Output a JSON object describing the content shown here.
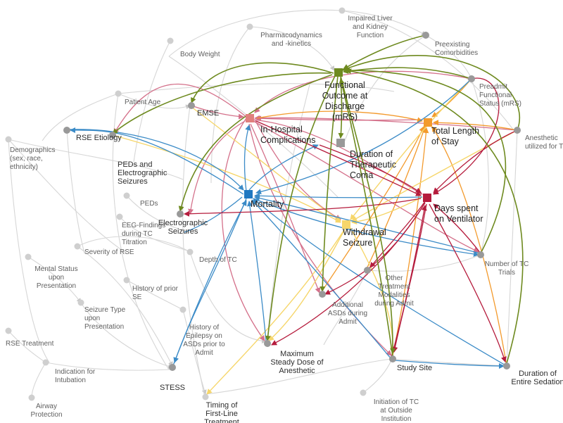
{
  "colors": {
    "green": "#6e8a1f",
    "red": "#b51b3c",
    "salmon": "#e0807e",
    "orange": "#f39a2c",
    "blue": "#3b8bc7",
    "yellow": "#f6d66a",
    "gray_node": "#999999",
    "light_node": "#cfcfcf",
    "light_edge": "#d6d6d6",
    "pink_edge": "#d4708a"
  },
  "nodes": {
    "functional_outcome": {
      "lines": [
        "Functional",
        "Outcome at",
        "Discharge",
        "(mRS)"
      ]
    },
    "in_hospital": {
      "lines": [
        "In-Hospital",
        "Complications"
      ]
    },
    "total_length": {
      "lines": [
        "Total Length",
        "of Stay"
      ]
    },
    "duration_coma": {
      "lines": [
        "Duration of",
        "Therapeutic",
        "Coma"
      ]
    },
    "days_vent": {
      "lines": [
        "Days spent",
        "on Ventilator"
      ]
    },
    "mortality": {
      "lines": [
        "Mortality"
      ]
    },
    "withdrawal": {
      "lines": [
        "Withdrawal",
        "Seizure"
      ]
    },
    "emse": {
      "lines": [
        "EMSE"
      ]
    },
    "rse_etiology": {
      "lines": [
        "RSE Etiology"
      ]
    },
    "peds_electro": {
      "lines": [
        "PEDs and",
        "Electrographic",
        "Seizures"
      ]
    },
    "electro_seizures": {
      "lines": [
        "Electrographic",
        "Seizures"
      ]
    },
    "stess": {
      "lines": [
        "STESS"
      ]
    },
    "max_dose": {
      "lines": [
        "Maximum",
        "Steady Dose of",
        "Anesthetic"
      ]
    },
    "study_site": {
      "lines": [
        "Study Site"
      ]
    },
    "duration_sedation": {
      "lines": [
        "Duration of",
        "Entire Sedation"
      ]
    },
    "num_tc_trials": {
      "lines": [
        "Number of TC",
        "Trials"
      ]
    },
    "anesthetic_tc": {
      "lines": [
        "Anesthetic",
        "utilized for TC"
      ]
    },
    "preadmit": {
      "lines": [
        "Preadmit",
        "Functional",
        "Status (mRS)"
      ]
    },
    "preexisting": {
      "lines": [
        "Preexisting",
        "Comorbidities"
      ]
    },
    "impaired_liver": {
      "lines": [
        "Impaired Liver",
        "and Kidney",
        "Function"
      ]
    },
    "pharmaco": {
      "lines": [
        "Pharmacodynamics",
        "and -kinetics"
      ]
    },
    "body_weight": {
      "lines": [
        "Body Weight"
      ]
    },
    "patient_age": {
      "lines": [
        "Patient Age"
      ]
    },
    "demographics": {
      "lines": [
        "Demographics",
        "(sex, race,",
        "ethnicity)"
      ]
    },
    "peds": {
      "lines": [
        "PEDs"
      ]
    },
    "eeg_findings": {
      "lines": [
        "EEG-Findings",
        "during TC",
        "Titration"
      ]
    },
    "severity_rse": {
      "lines": [
        "Severity of RSE"
      ]
    },
    "mental_status": {
      "lines": [
        "Mental Status",
        "upon",
        "Presentation"
      ]
    },
    "depth_tc": {
      "lines": [
        "Depth of TC"
      ]
    },
    "history_se": {
      "lines": [
        "History of prior",
        "SE"
      ]
    },
    "seizure_type": {
      "lines": [
        "Seizure Type",
        "upon",
        "Presentation"
      ]
    },
    "history_epilepsy": {
      "lines": [
        "History of",
        "Epilepsy on",
        "ASDs prior to",
        "Admit"
      ]
    },
    "rse_treatment": {
      "lines": [
        "RSE Treatment"
      ]
    },
    "indication_intubation": {
      "lines": [
        "Indication for",
        "Intubation"
      ]
    },
    "airway": {
      "lines": [
        "Airway",
        "Protection"
      ]
    },
    "timing_first_line": {
      "lines": [
        "Timing of",
        "First-Line",
        "Treatment"
      ]
    },
    "initiation_tc": {
      "lines": [
        "Initiation of TC",
        "at Outside",
        "Institution"
      ]
    },
    "additional_asds": {
      "lines": [
        "Additional",
        "ASDs during",
        "Admit"
      ]
    },
    "other_treatment": {
      "lines": [
        "Other",
        "Treatment",
        "Modalities",
        "during Admit"
      ]
    }
  }
}
